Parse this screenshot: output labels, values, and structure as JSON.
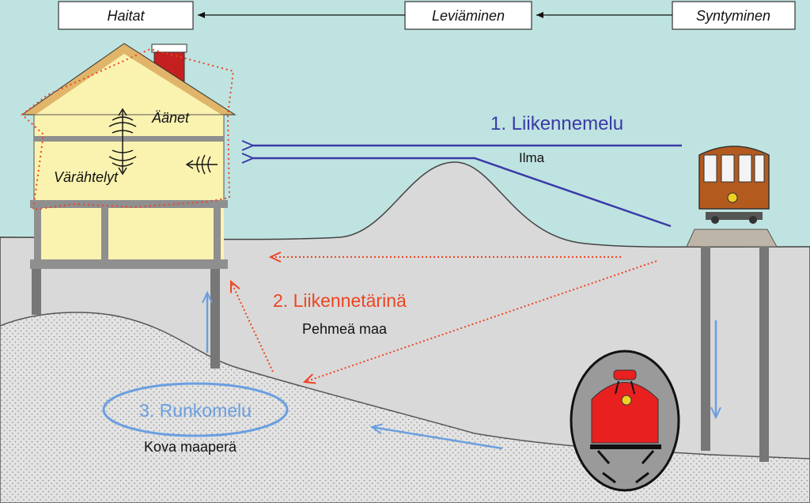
{
  "header": {
    "boxes": [
      {
        "id": "haitat",
        "label": "Haitat"
      },
      {
        "id": "leviaminen",
        "label": "Leviäminen"
      },
      {
        "id": "syntyminen",
        "label": "Syntyminen"
      }
    ]
  },
  "house": {
    "sounds_label": "Äänet",
    "vibrations_label": "Värähtelyt"
  },
  "paths": {
    "traffic_noise": {
      "label": "1. Liikennemelu",
      "medium": "Ilma",
      "color": "#3a3aa8"
    },
    "traffic_vibration": {
      "label": "2. Liikennetärinä",
      "medium": "Pehmeä maa",
      "color": "#ee4422"
    },
    "structure_noise": {
      "label": "3. Runkomelu",
      "medium": "Kova maaperä",
      "color": "#6a9fe0"
    }
  },
  "colors": {
    "sky": "#bfe3e0",
    "ground": "#d9d9d9",
    "hard_soil": "#e3e3e3",
    "house_wall": "#faf3b0",
    "tram": "#b35a1f",
    "metro": "#e82020"
  }
}
